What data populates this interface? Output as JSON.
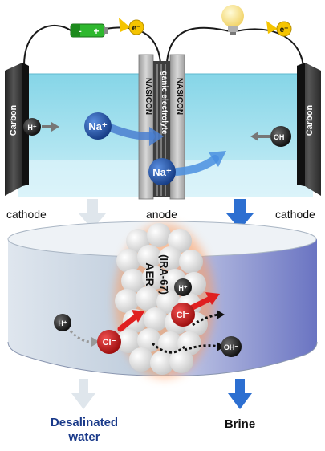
{
  "cell": {
    "left_electrode": "Carbon",
    "right_electrode": "Carbon",
    "separator_left": "NASICON",
    "separator_right": "NASICON",
    "separator_middle": "ganic electrolyte",
    "electron_left": "e⁻",
    "electron_right": "e⁻",
    "battery_minus": "-",
    "battery_plus": "+",
    "ions": {
      "h_left": "H⁺",
      "na_top": "Na⁺",
      "na_bottom": "Na⁺",
      "oh_right": "OH⁻"
    }
  },
  "labels": {
    "cathode_left": "cathode",
    "anode": "anode",
    "cathode_right": "cathode"
  },
  "tank": {
    "resin_line1": "AER",
    "resin_line2": "(IRA-67)",
    "ions": {
      "h_resin": "H⁺",
      "h_left": "H⁺",
      "cl_left": "Cl⁻",
      "cl_right": "Cl⁻",
      "oh_right": "OH⁻"
    }
  },
  "outputs": {
    "desalinated_line1": "Desalinated",
    "desalinated_line2": "water",
    "brine": "Brine"
  },
  "colors": {
    "desalinated_text": "#1a3a8a",
    "brine_text": "#111111",
    "na_ion": "#1f4fa8",
    "cl_ion": "#c41a1a",
    "h_ion": "#1a1a1a",
    "arrow_blue": "#2c6fd1",
    "arrow_red": "#e02020",
    "battery_green": "#2eb82e",
    "electron_yellow": "#f5c400"
  }
}
